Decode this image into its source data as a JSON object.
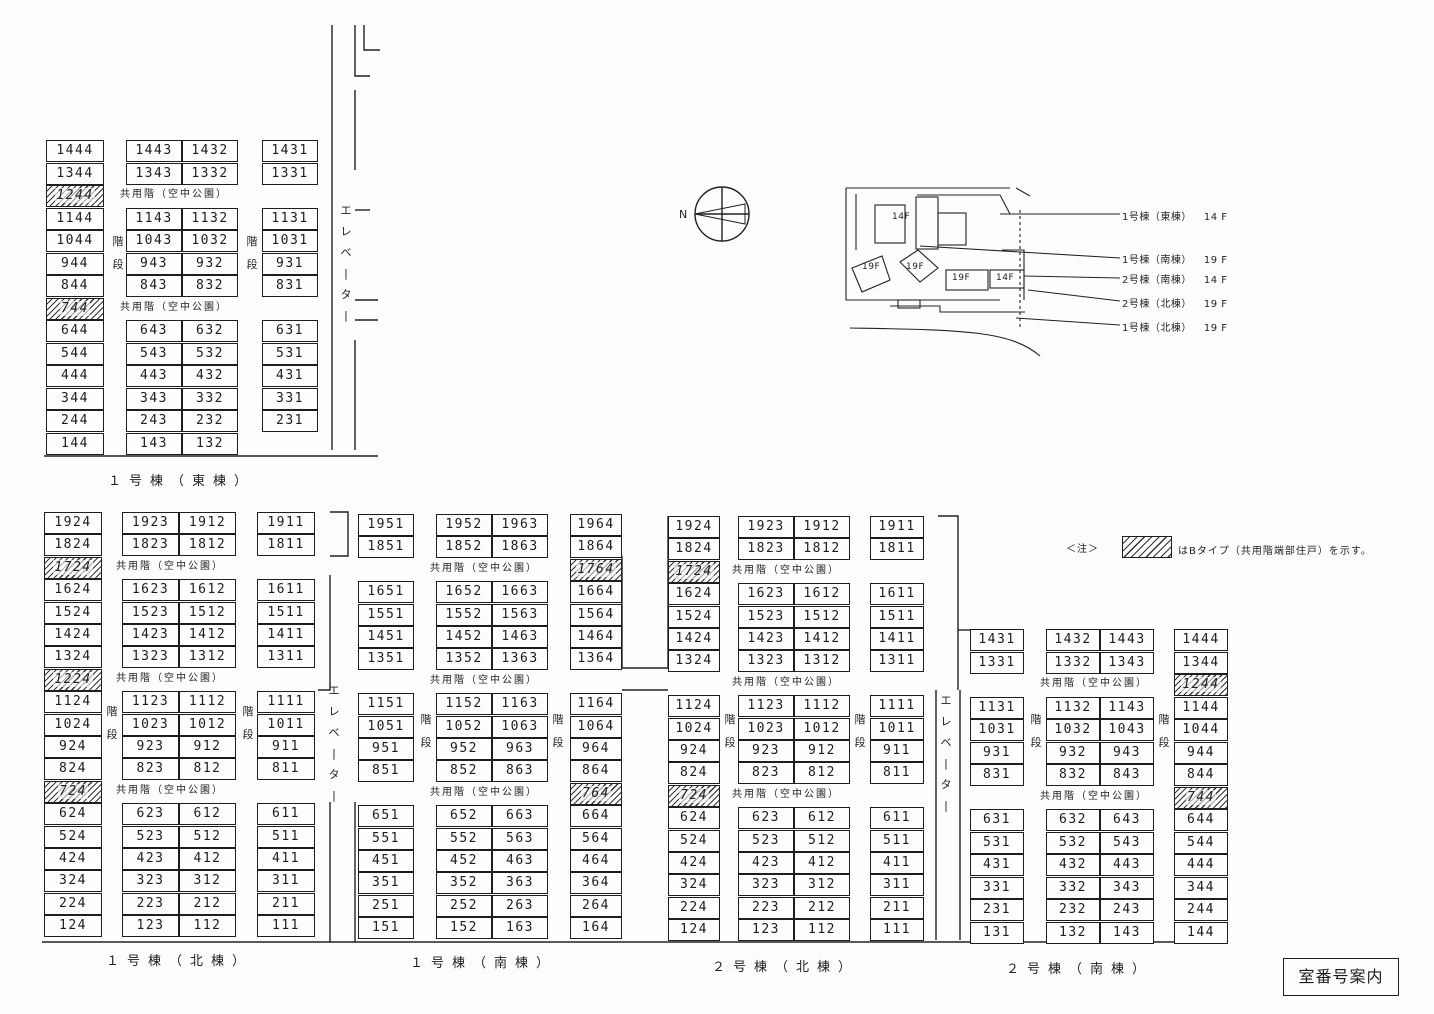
{
  "page_title": "室番号案内",
  "common_floor": "共用階（空中公園）",
  "stair": "階\n段",
  "elevator": "エ\nレ\nベ\n|\nタ\n|",
  "note": {
    "prefix": "＜注＞",
    "text": "はBタイプ（共用階端部住戸）を示す。"
  },
  "compass_label": "N",
  "site_map": {
    "markers": [
      "14F",
      "19F",
      "19F",
      "19F",
      "14F"
    ],
    "labels": [
      {
        "name": "1号棟（東棟）",
        "floors": "14 F"
      },
      {
        "name": "1号棟（南棟）",
        "floors": "19 F"
      },
      {
        "name": "2号棟（南棟）",
        "floors": "14 F"
      },
      {
        "name": "2号棟（北棟）",
        "floors": "19 F"
      },
      {
        "name": "1号棟（北棟）",
        "floors": "19 F"
      }
    ]
  },
  "buildings": [
    {
      "name": "１号棟（東棟）"
    },
    {
      "name": "１号棟（北棟）"
    },
    {
      "name": "１号棟（南棟）"
    },
    {
      "name": "２号棟（北棟）"
    },
    {
      "name": "２号棟（南棟）"
    }
  ],
  "rooms": {
    "east": [
      [
        "1444",
        "1443",
        "1432",
        "1431"
      ],
      [
        "1344",
        "1343",
        "1332",
        "1331"
      ],
      [
        "1244*"
      ],
      [
        "1144",
        "1143",
        "1132",
        "1131"
      ],
      [
        "1044",
        "1043",
        "1032",
        "1031"
      ],
      [
        "944",
        "943",
        "932",
        "931"
      ],
      [
        "844",
        "843",
        "832",
        "831"
      ],
      [
        "744*"
      ],
      [
        "644",
        "643",
        "632",
        "631"
      ],
      [
        "544",
        "543",
        "532",
        "531"
      ],
      [
        "444",
        "443",
        "432",
        "431"
      ],
      [
        "344",
        "343",
        "332",
        "331"
      ],
      [
        "244",
        "243",
        "232",
        "231"
      ],
      [
        "144",
        "143",
        "132",
        ""
      ]
    ],
    "north1": [
      [
        "1924",
        "1923",
        "1912",
        "1911"
      ],
      [
        "1824",
        "1823",
        "1812",
        "1811"
      ],
      [
        "1724*"
      ],
      [
        "1624",
        "1623",
        "1612",
        "1611"
      ],
      [
        "1524",
        "1523",
        "1512",
        "1511"
      ],
      [
        "1424",
        "1423",
        "1412",
        "1411"
      ],
      [
        "1324",
        "1323",
        "1312",
        "1311"
      ],
      [
        "1224*"
      ],
      [
        "1124",
        "1123",
        "1112",
        "1111"
      ],
      [
        "1024",
        "1023",
        "1012",
        "1011"
      ],
      [
        "924",
        "923",
        "912",
        "911"
      ],
      [
        "824",
        "823",
        "812",
        "811"
      ],
      [
        "724*"
      ],
      [
        "624",
        "623",
        "612",
        "611"
      ],
      [
        "524",
        "523",
        "512",
        "511"
      ],
      [
        "424",
        "423",
        "412",
        "411"
      ],
      [
        "324",
        "323",
        "312",
        "311"
      ],
      [
        "224",
        "223",
        "212",
        "211"
      ],
      [
        "124",
        "123",
        "112",
        "111"
      ]
    ],
    "south1": [
      [
        "1951",
        "1952",
        "1963",
        "1964"
      ],
      [
        "1851",
        "1852",
        "1863",
        "1864"
      ],
      [
        "1764*"
      ],
      [
        "1651",
        "1652",
        "1663",
        "1664"
      ],
      [
        "1551",
        "1552",
        "1563",
        "1564"
      ],
      [
        "1451",
        "1452",
        "1463",
        "1464"
      ],
      [
        "1351",
        "1352",
        "1363",
        "1364"
      ],
      [
        ""
      ],
      [
        "1151",
        "1152",
        "1163",
        "1164"
      ],
      [
        "1051",
        "1052",
        "1063",
        "1064"
      ],
      [
        "951",
        "952",
        "963",
        "964"
      ],
      [
        "851",
        "852",
        "863",
        "864"
      ],
      [
        "764*"
      ],
      [
        "651",
        "652",
        "663",
        "664"
      ],
      [
        "551",
        "552",
        "563",
        "564"
      ],
      [
        "451",
        "452",
        "463",
        "464"
      ],
      [
        "351",
        "352",
        "363",
        "364"
      ],
      [
        "251",
        "252",
        "263",
        "264"
      ],
      [
        "151",
        "152",
        "163",
        "164"
      ]
    ],
    "north2": [
      [
        "1924",
        "1923",
        "1912",
        "1911"
      ],
      [
        "1824",
        "1823",
        "1812",
        "1811"
      ],
      [
        "1724*"
      ],
      [
        "1624",
        "1623",
        "1612",
        "1611"
      ],
      [
        "1524",
        "1523",
        "1512",
        "1511"
      ],
      [
        "1424",
        "1423",
        "1412",
        "1411"
      ],
      [
        "1324",
        "1323",
        "1312",
        "1311"
      ],
      [
        ""
      ],
      [
        "1124",
        "1123",
        "1112",
        "1111"
      ],
      [
        "1024",
        "1023",
        "1012",
        "1011"
      ],
      [
        "924",
        "923",
        "912",
        "911"
      ],
      [
        "824",
        "823",
        "812",
        "811"
      ],
      [
        "724*"
      ],
      [
        "624",
        "623",
        "612",
        "611"
      ],
      [
        "524",
        "523",
        "512",
        "511"
      ],
      [
        "424",
        "423",
        "412",
        "411"
      ],
      [
        "324",
        "323",
        "312",
        "311"
      ],
      [
        "224",
        "223",
        "212",
        "211"
      ],
      [
        "124",
        "123",
        "112",
        "111"
      ]
    ],
    "south2": [
      [
        "1431",
        "1432",
        "1443",
        "1444"
      ],
      [
        "1331",
        "1332",
        "1343",
        "1344"
      ],
      [
        "1244*"
      ],
      [
        "1131",
        "1132",
        "1143",
        "1144"
      ],
      [
        "1031",
        "1032",
        "1043",
        "1044"
      ],
      [
        "931",
        "932",
        "943",
        "944"
      ],
      [
        "831",
        "832",
        "843",
        "844"
      ],
      [
        "744*"
      ],
      [
        "631",
        "632",
        "643",
        "644"
      ],
      [
        "531",
        "532",
        "543",
        "544"
      ],
      [
        "431",
        "432",
        "443",
        "444"
      ],
      [
        "331",
        "332",
        "343",
        "344"
      ],
      [
        "231",
        "232",
        "243",
        "244"
      ],
      [
        "131",
        "132",
        "143",
        "144"
      ]
    ]
  }
}
